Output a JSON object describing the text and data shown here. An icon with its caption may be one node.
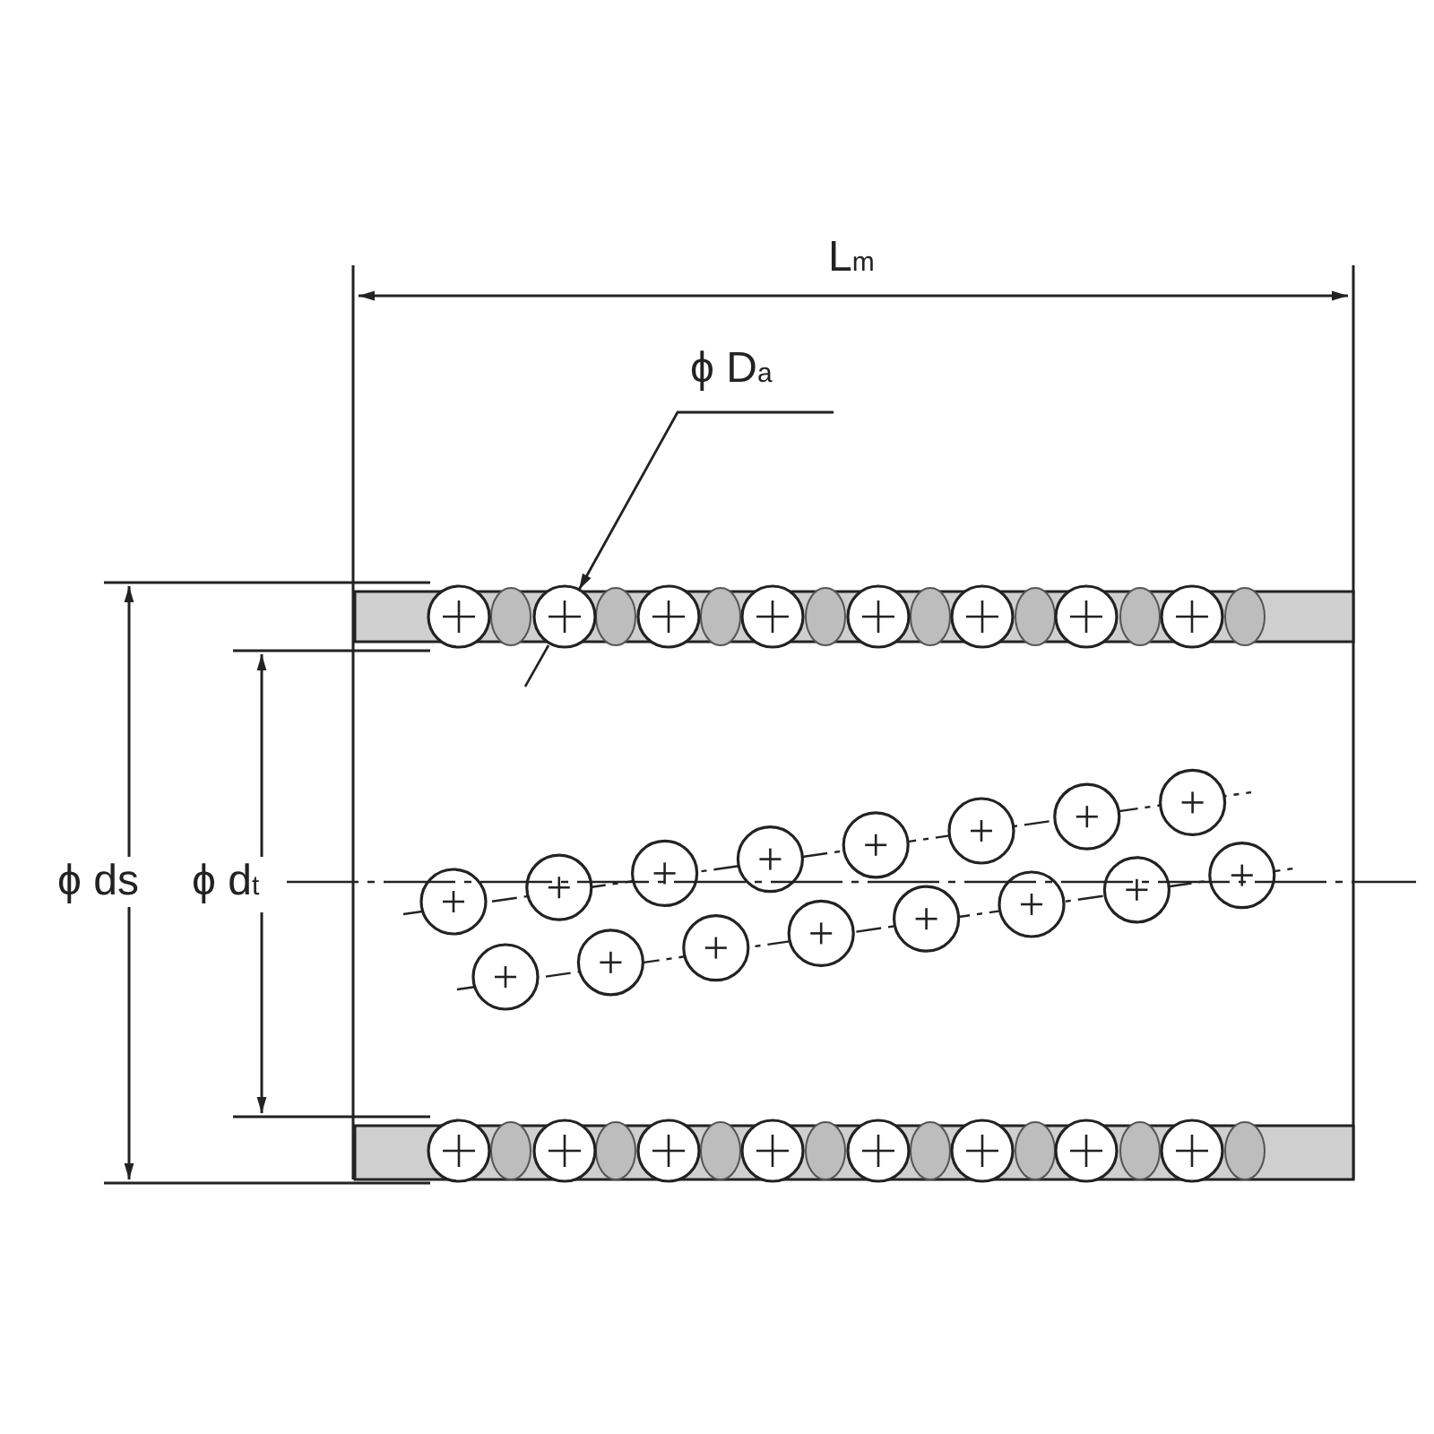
{
  "diagram": {
    "nodes": [
      {
        "text": [
          "ϕ D$_{a}$"
        ]
      },
      {
        "text": [],
        "shape": "circle"
      }
    ],
    "edges": [
      {
        "from": 0,
        "to": 1,
        "arrow": "to"
      }
    ],
    "labels": [
      "L$_{m}$",
      "ϕ ds",
      "ϕ d$_{t}$"
    ]
  }
}
